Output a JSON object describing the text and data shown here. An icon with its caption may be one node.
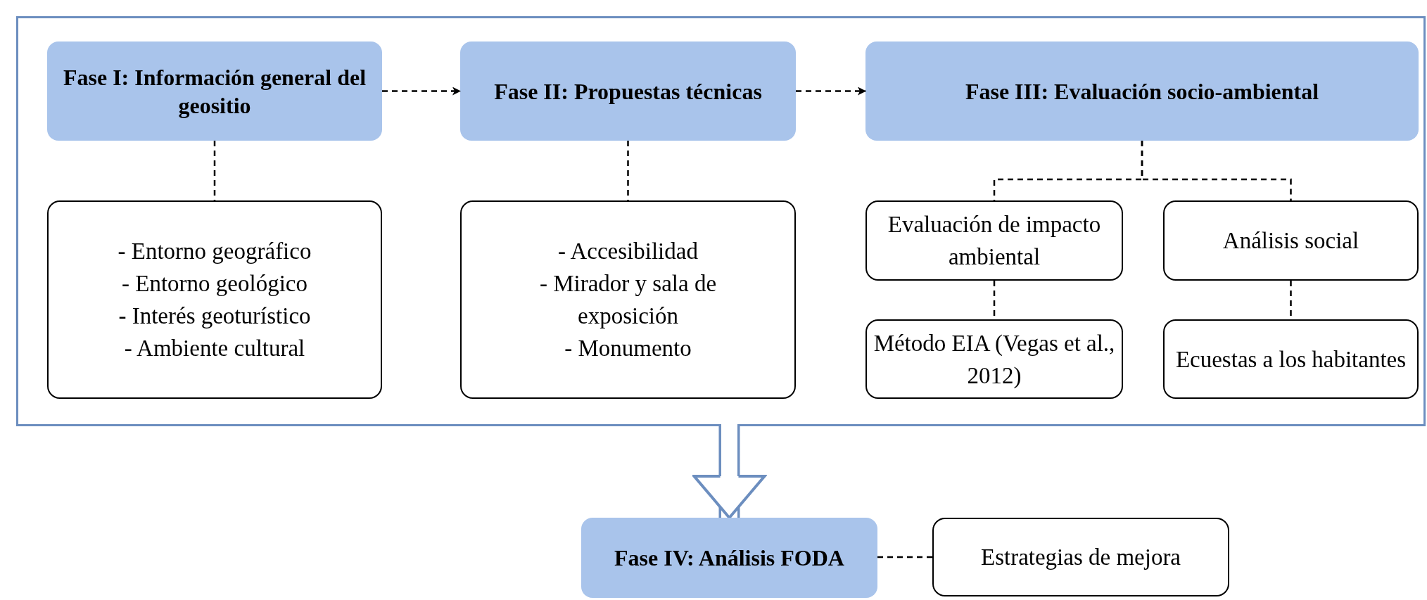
{
  "diagram": {
    "nodes": [
      {
        "text": [],
        "shape": "box"
      },
      {
        "text": [
          "Fase I: Información general del geositio"
        ],
        "in": 0
      },
      {
        "text": [
          "Fase II: Propuestas técnicas"
        ],
        "in": 0
      },
      {
        "text": [
          "Fase III: Evaluación socio-ambiental"
        ],
        "in": 0
      },
      {
        "text": [
          "- Entorno geográfico",
          "- Entorno geológico",
          "- Interés geoturístico",
          "- Ambiente cultural"
        ],
        "in": 0
      },
      {
        "text": [
          "- Accesibilidad",
          "- Mirador y sala de exposición",
          "- Monumento"
        ],
        "in": 0
      },
      {
        "text": [
          "Evaluación de impacto ambiental"
        ],
        "in": 0
      },
      {
        "text": [
          "Análisis social"
        ],
        "in": 0
      },
      {
        "text": [
          "Método EIA (Vegas et al., 2012)"
        ],
        "in": 0
      },
      {
        "text": [
          "Ecuestas a los habitantes"
        ],
        "in": 0
      },
      {
        "text": [
          "Fase IV: Análisis FODA"
        ]
      },
      {
        "text": [
          "Estrategias de mejora"
        ]
      }
    ],
    "edges": [
      {
        "from": 1,
        "to": 2,
        "arrow": "to",
        "style": "dashed"
      },
      {
        "from": 2,
        "to": 3,
        "arrow": "to",
        "style": "dashed"
      },
      {
        "from": 1,
        "to": 4,
        "arrow": "none",
        "style": "dashed"
      },
      {
        "from": 2,
        "to": 5,
        "arrow": "none",
        "style": "dashed"
      },
      {
        "from": 3,
        "to": 6,
        "arrow": "none",
        "style": "dashed"
      },
      {
        "from": 3,
        "to": 7,
        "arrow": "none",
        "style": "dashed"
      },
      {
        "from": 6,
        "to": 8,
        "arrow": "none",
        "style": "dashed"
      },
      {
        "from": 7,
        "to": 9,
        "arrow": "none",
        "style": "dashed"
      },
      {
        "from": 0,
        "to": 10,
        "arrow": "to",
        "style": "thick",
        "color": "#6c8ebf"
      },
      {
        "from": 10,
        "to": 11,
        "arrow": "none",
        "style": "dashed"
      }
    ]
  }
}
